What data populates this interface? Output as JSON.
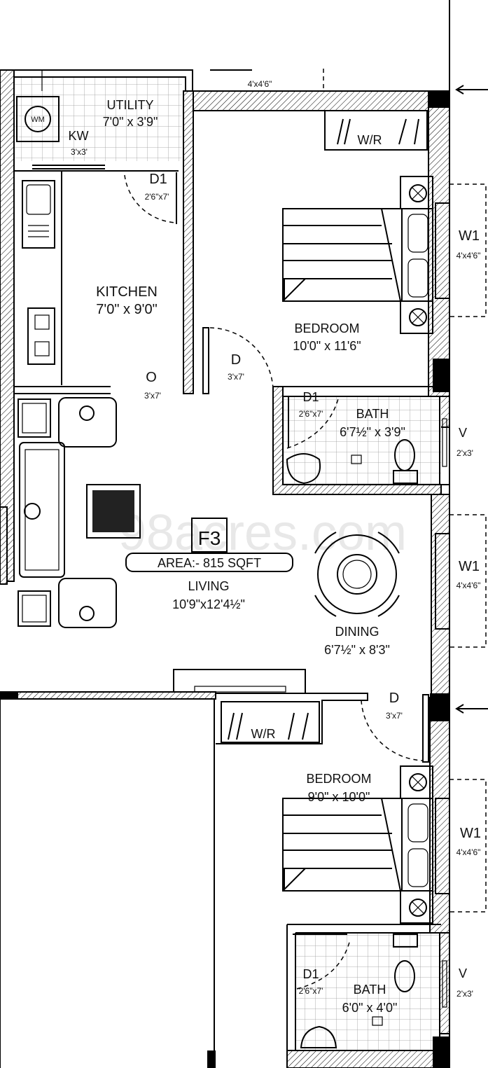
{
  "plan": {
    "unit_tag": "F3",
    "area": "AREA:- 815 SQFT",
    "rooms": {
      "utility": {
        "name": "UTILITY",
        "size": "7'0\" x 3'9\""
      },
      "kitchen": {
        "name": "KITCHEN",
        "size": "7'0\" x 9'0\""
      },
      "bedroom1": {
        "name": "BEDROOM",
        "size": "10'0\" x 11'6\""
      },
      "bath1": {
        "name": "BATH",
        "size": "6'7½\" x 3'9\""
      },
      "living": {
        "name": "LIVING",
        "size": "10'9\"x12'4½\""
      },
      "dining": {
        "name": "DINING",
        "size": "6'7½\" x 8'3\""
      },
      "bedroom2": {
        "name": "BEDROOM",
        "size": "9'0\" x 10'0\""
      },
      "bath2": {
        "name": "BATH",
        "size": "6'0\" x 4'0\""
      }
    },
    "labels": {
      "kw": "KW",
      "kw_size": "3'x3'",
      "top_window_size": "4'x4'6\"",
      "d1": "D1",
      "d1_size": "2'6\"x7'",
      "d": "D",
      "d_size": "3'x7'",
      "o": "O",
      "o_size": "3'x7'",
      "w1": "W1",
      "w1_size": "4'x4'6\"",
      "v": "V",
      "v_size": "2'x3'",
      "wr": "W/R",
      "wm": "WM"
    },
    "watermark": "98acres.com"
  }
}
